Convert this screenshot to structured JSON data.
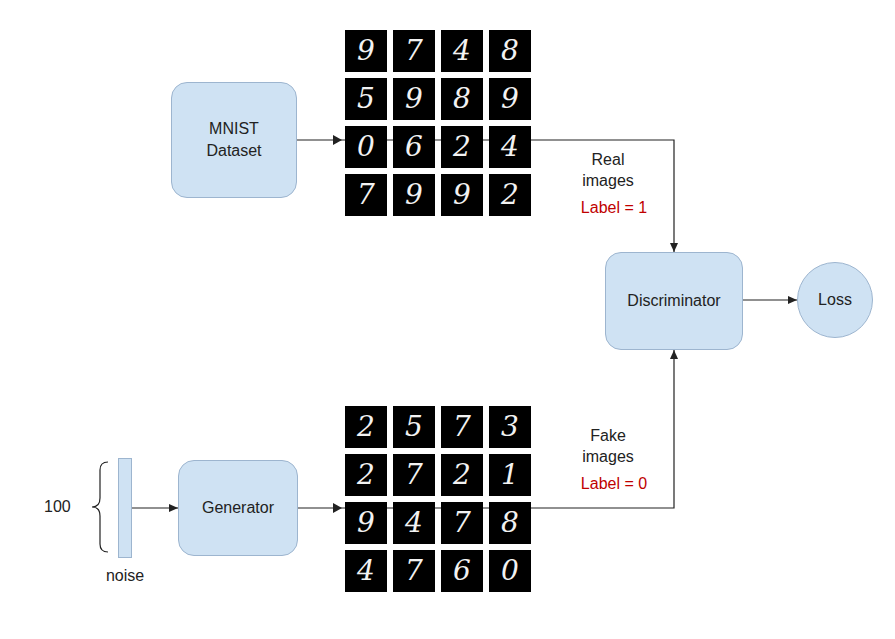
{
  "diagram": {
    "nodes": [
      {
        "text": [
          "MNIST Dataset"
        ]
      },
      {
        "text": [
          "Discriminator"
        ]
      },
      {
        "text": [
          "Loss"
        ]
      },
      {
        "text": [
          "noise"
        ]
      },
      {
        "text": [
          "Generator"
        ]
      }
    ],
    "edges": [
      {
        "from": 0,
        "to": 1,
        "label": "Real images",
        "arrow": "to"
      },
      {
        "from": 1,
        "to": 2,
        "arrow": "to"
      },
      {
        "from": 3,
        "to": 4,
        "arrow": "to"
      },
      {
        "from": 4,
        "to": 1,
        "label": "Fake images",
        "arrow": "to"
      }
    ],
    "labels": [
      "9",
      "7",
      "4",
      "8",
      "5",
      "9",
      "8",
      "9",
      "0",
      "6",
      "2",
      "4",
      "7",
      "9",
      "9",
      "2",
      "Label = 1",
      "100",
      "2",
      "5",
      "7",
      "3",
      "2",
      "7",
      "2",
      "1",
      "9",
      "4",
      "7",
      "8",
      "4",
      "7",
      "6",
      "0",
      "Label = 0"
    ]
  }
}
